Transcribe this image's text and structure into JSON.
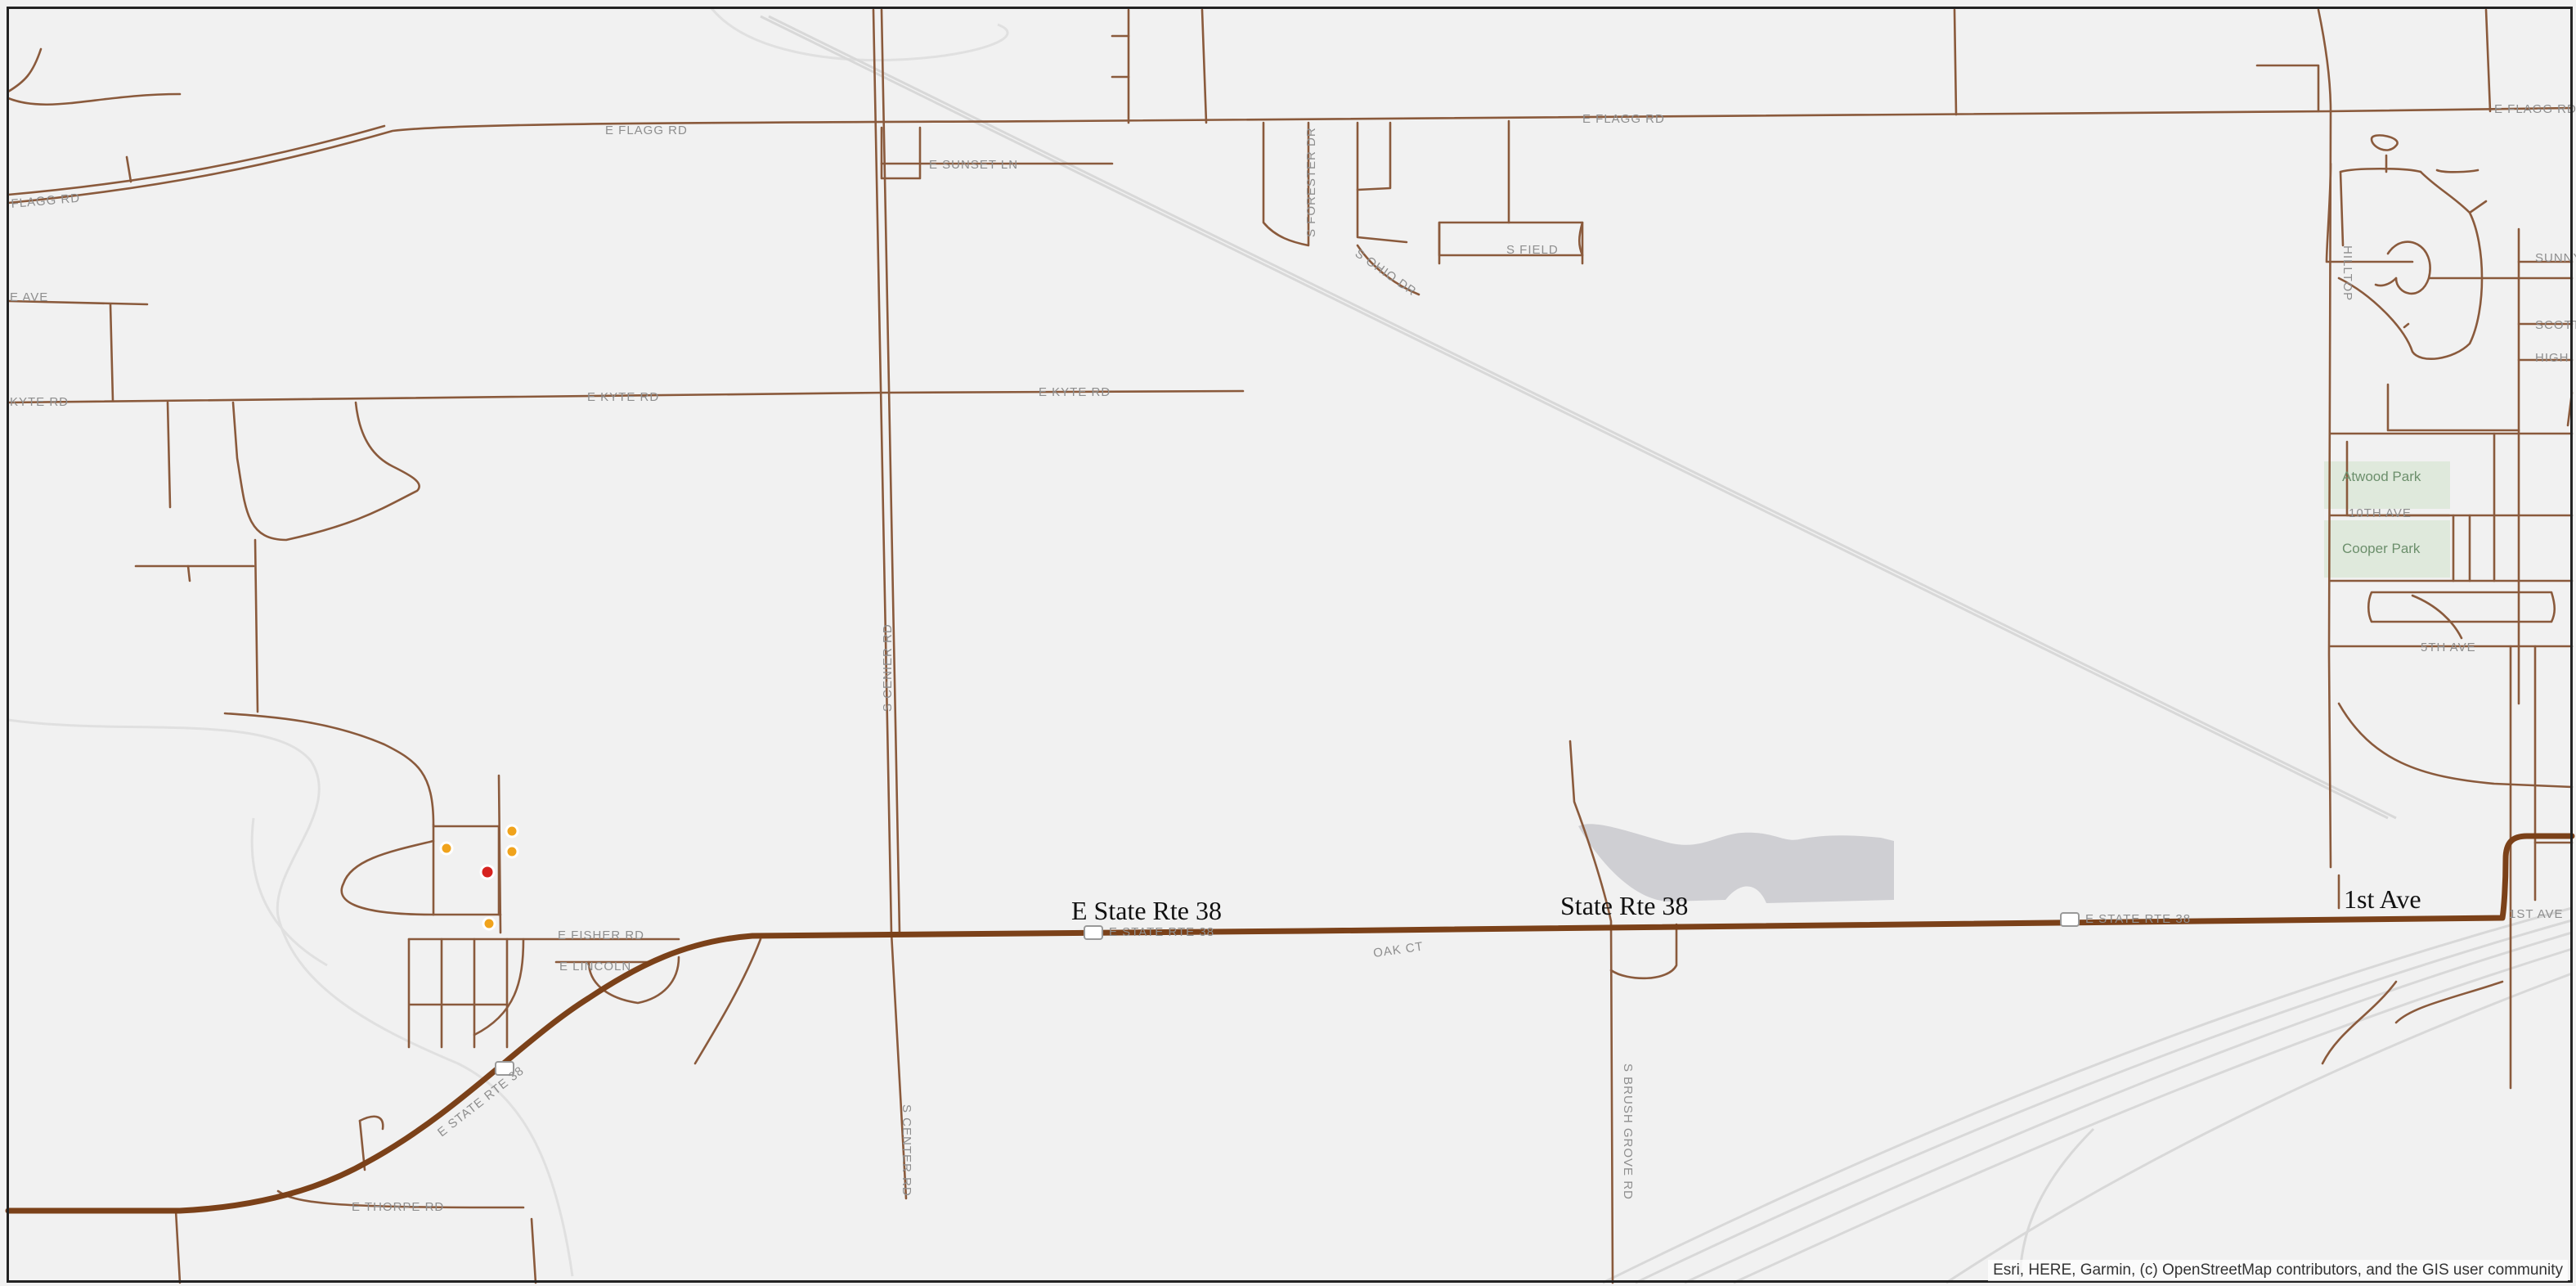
{
  "street_labels": [
    {
      "id": "flagg-1",
      "text": "E FLAGG RD"
    },
    {
      "id": "flagg-2",
      "text": "E FLAGG RD"
    },
    {
      "id": "flagg-3",
      "text": "E FLAGG RD"
    },
    {
      "id": "flagg-4",
      "text": "FLAGG RD"
    },
    {
      "id": "sunset",
      "text": "E SUNSET LN"
    },
    {
      "id": "kyte-1",
      "text": "E KYTE RD"
    },
    {
      "id": "kyte-2",
      "text": "E KYTE RD"
    },
    {
      "id": "kyte-3",
      "text": "KYTE RD"
    },
    {
      "id": "ave-w",
      "text": "E AVE"
    },
    {
      "id": "scenier",
      "text": "S CENIER RD"
    },
    {
      "id": "center",
      "text": "S CENTER RD"
    },
    {
      "id": "fisher",
      "text": "E FISHER RD"
    },
    {
      "id": "lincoln",
      "text": "E LINCOLN"
    },
    {
      "id": "thorpe",
      "text": "E THORPE RD"
    },
    {
      "id": "oak",
      "text": "OAK CT"
    },
    {
      "id": "brush-grove",
      "text": "S BRUSH GROVE RD"
    },
    {
      "id": "forester",
      "text": "S FORESTER DR"
    },
    {
      "id": "field",
      "text": "S FIELD"
    },
    {
      "id": "ohio",
      "text": "S OHIO DR"
    },
    {
      "id": "hilltop",
      "text": "HILLTOP"
    },
    {
      "id": "sunny",
      "text": "SUNNY"
    },
    {
      "id": "scott",
      "text": "SCOTT"
    },
    {
      "id": "high",
      "text": "HIGH"
    },
    {
      "id": "tenth",
      "text": "10TH AVE"
    },
    {
      "id": "fifth",
      "text": "5TH AVE"
    },
    {
      "id": "first-small",
      "text": "1ST AVE"
    },
    {
      "id": "state-rte-small-1",
      "text": "E STATE RTE 38"
    },
    {
      "id": "state-rte-small-2",
      "text": "E STATE RTE 38"
    },
    {
      "id": "state-rte-small-3",
      "text": "E STATE RTE 38"
    }
  ],
  "park_labels": [
    {
      "id": "atwood",
      "text": "Atwood Park"
    },
    {
      "id": "cooper",
      "text": "Cooper Park"
    }
  ],
  "route_labels": [
    {
      "id": "e-state-rte-38",
      "text": "E State Rte 38"
    },
    {
      "id": "state-rte-38",
      "text": "State Rte 38"
    },
    {
      "id": "first-ave",
      "text": "1st Ave"
    }
  ],
  "attribution": "Esri, HERE, Garmin, (c) OpenStreetMap contributors, and the GIS user community",
  "colors": {
    "background": "#f1f1f1",
    "road": "#8a5a3c",
    "route": "#7b4119",
    "park": "#dfe9dc",
    "parking": "#cfcfd3",
    "rail": "#d9d9d9",
    "marker_orange": "#f0a31c",
    "marker_red": "#d6221f"
  }
}
